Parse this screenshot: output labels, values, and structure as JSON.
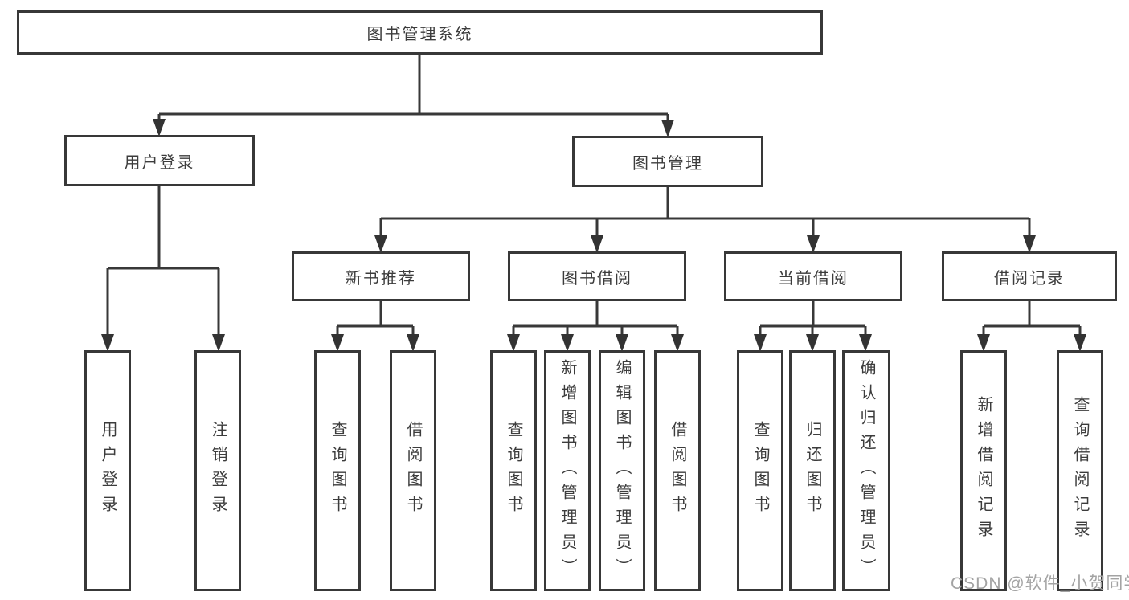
{
  "watermark": "CSDN @软件_小贺同学",
  "colors": {
    "line": "#383838",
    "border": "#383838",
    "text": "#3c3c3c",
    "watermark": "#a3a3a3",
    "background": "#ffffff"
  },
  "tree": {
    "label": "图书管理系统",
    "children": [
      {
        "label": "用户登录",
        "children": [
          {
            "label": "用户登录"
          },
          {
            "label": "注销登录"
          }
        ]
      },
      {
        "label": "图书管理",
        "children": [
          {
            "label": "新书推荐",
            "children": [
              {
                "label": "查询图书"
              },
              {
                "label": "借阅图书"
              }
            ]
          },
          {
            "label": "图书借阅",
            "children": [
              {
                "label": "查询图书"
              },
              {
                "label": "新增图书（管理员）"
              },
              {
                "label": "编辑图书（管理员）"
              },
              {
                "label": "借阅图书"
              }
            ]
          },
          {
            "label": "当前借阅",
            "children": [
              {
                "label": "查询图书"
              },
              {
                "label": "归还图书"
              },
              {
                "label": "确认归还（管理员）"
              }
            ]
          },
          {
            "label": "借阅记录",
            "children": [
              {
                "label": "新增借阅记录"
              },
              {
                "label": "查询借阅记录"
              }
            ]
          }
        ]
      }
    ]
  }
}
